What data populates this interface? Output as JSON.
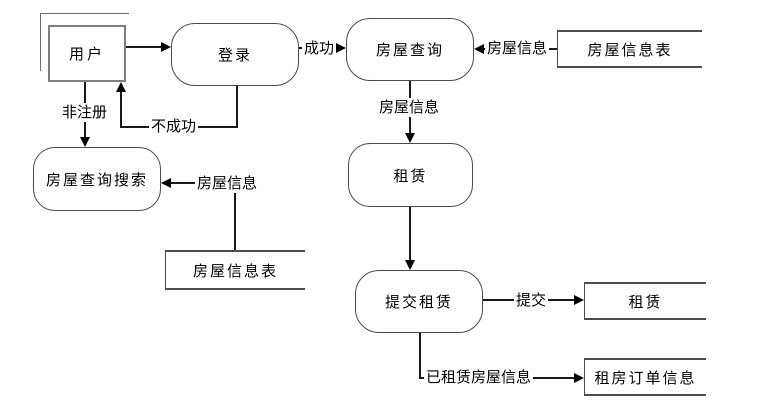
{
  "nodes": {
    "user": {
      "label": "用户",
      "type": "external-entity"
    },
    "login": {
      "label": "登录",
      "type": "process"
    },
    "house_query": {
      "label": "房屋查询",
      "type": "process"
    },
    "house_info_table_top": {
      "label": "房屋信息表",
      "type": "data-store"
    },
    "house_query_search": {
      "label": "房屋查询搜索",
      "type": "process"
    },
    "house_info_table_left": {
      "label": "房屋信息表",
      "type": "data-store"
    },
    "lease_process": {
      "label": "租赁",
      "type": "process"
    },
    "submit_lease": {
      "label": "提交租赁",
      "type": "process"
    },
    "lease_store": {
      "label": "租赁",
      "type": "data-store"
    },
    "rental_order_store": {
      "label": "租房订单信息",
      "type": "data-store"
    }
  },
  "edges": {
    "success": {
      "label": "成功"
    },
    "fail": {
      "label": "不成功"
    },
    "unregistered": {
      "label": "非注册"
    },
    "house_info_to_query": {
      "label": "房屋信息"
    },
    "house_info_to_lease": {
      "label": "房屋信息"
    },
    "house_info_to_search": {
      "label": "房屋信息"
    },
    "submit": {
      "label": "提交"
    },
    "leased_house_info": {
      "label": "已租赁房屋信息"
    }
  },
  "colors": {
    "background": "#ffffff",
    "line": "#1a1a1a",
    "process_border": "#4a4a4a",
    "entity_border": "#7f7f7f",
    "store_border": "#4d4d4d",
    "text": "#000000"
  }
}
